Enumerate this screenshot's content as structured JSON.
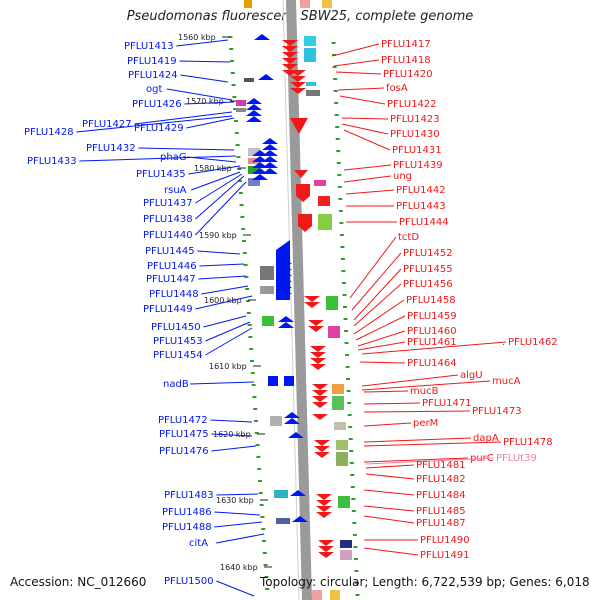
{
  "title": "Pseudomonas fluorescens SBW25, complete genome",
  "footer": {
    "accession": "Accession: NC_012660",
    "topology": "Topology: circular; Length: 6,722,539 bp; Genes: 6,018"
  },
  "colors": {
    "left_strand": "#0018f0",
    "right_strand": "#f01818",
    "trna": "#f080a8",
    "tick": "#2aa02a",
    "backbone": "#9a9a9a"
  },
  "scale_ticks": [
    "1560 kbp",
    "1570 kbp",
    "1580 kbp",
    "1590 kbp",
    "1600 kbp",
    "1610 kbp",
    "1620 kbp",
    "1630 kbp",
    "1640 kbp"
  ],
  "left_genes": [
    "PFLU1413",
    "PFLU1419",
    "PFLU1424",
    "ogt",
    "PFLU1426",
    "PFLU1427",
    "PFLU1428",
    "PFLU1429",
    "PFLU1432",
    "PFLU1433",
    "phaG",
    "PFLU1435",
    "rsuA",
    "PFLU1437",
    "PFLU1438",
    "PFLU1440",
    "PFLU1445",
    "PFLU1446",
    "PFLU1447",
    "PFLU1448",
    "PFLU1449",
    "PFLU1450",
    "PFLU1453",
    "PFLU1454",
    "nadB",
    "PFLU1472",
    "PFLU1475",
    "PFLU1476",
    "PFLU1483",
    "PFLU1486",
    "PFLU1488",
    "citA",
    "PFLU1500"
  ],
  "right_genes": [
    "PFLU1417",
    "PFLU1418",
    "PFLU1420",
    "fosA",
    "PFLU1422",
    "PFLU1423",
    "PFLU1430",
    "PFLU1431",
    "PFLU1439",
    "ung",
    "PFLU1442",
    "PFLU1443",
    "PFLU1444",
    "tctD",
    "PFLU1452",
    "PFLU1455",
    "PFLU1456",
    "PFLU1458",
    "PFLU1459",
    "PFLU1460",
    "PFLU1461",
    "PFLU1462",
    "PFLU1464",
    "algU",
    "mucA",
    "mucB",
    "PFLU1471",
    "PFLU1473",
    "perM",
    "dapA",
    "PFLU1478",
    "purC",
    "PFLUt39",
    "PFLU1481",
    "PFLU1482",
    "PFLU1484",
    "PFLU1485",
    "PFLU1487",
    "PFLU1490",
    "PFLU1491"
  ]
}
